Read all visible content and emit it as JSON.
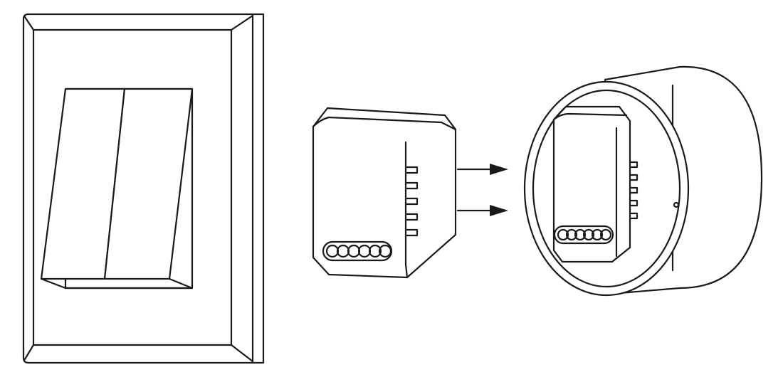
{
  "diagram": {
    "type": "installation-illustration",
    "steps": [
      "wall-switch",
      "relay-module",
      "arrows",
      "wall-box-with-module"
    ],
    "colors": {
      "line": "#1a1a1a",
      "background": "#ffffff"
    },
    "module_terminal_holes": 6,
    "module_side_pins": 5
  }
}
